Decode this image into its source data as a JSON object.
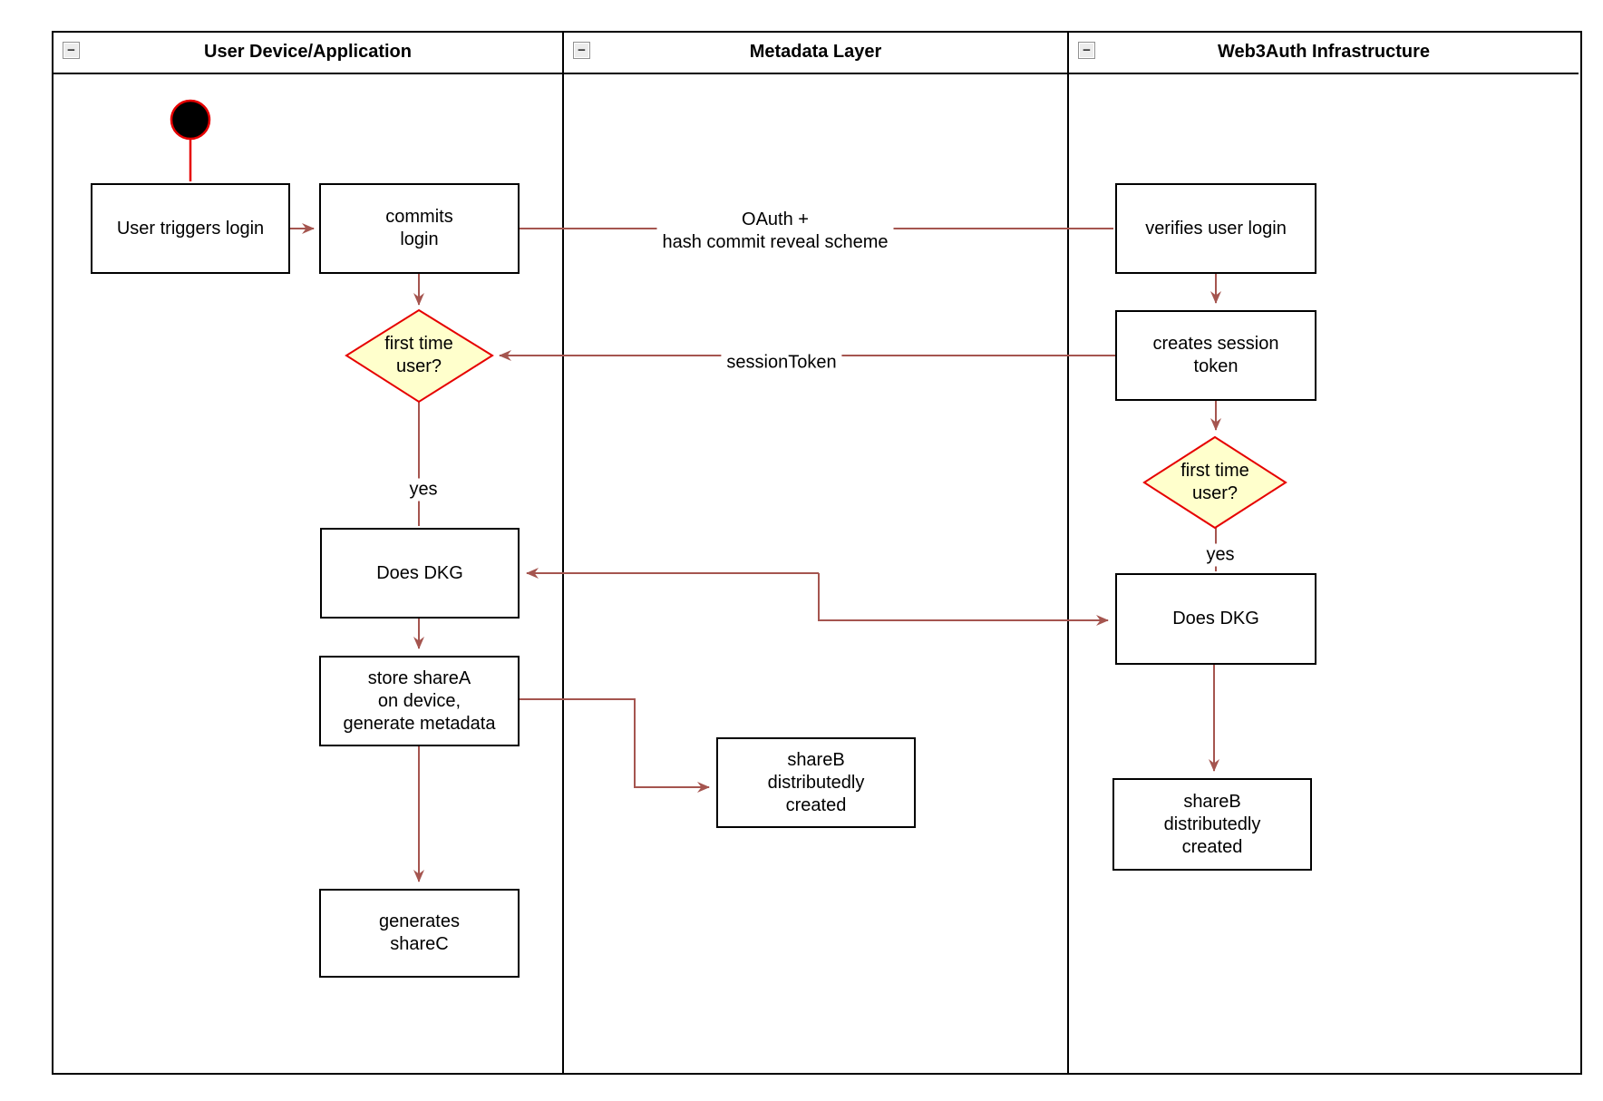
{
  "diagram": {
    "lanes": [
      {
        "title": "User Device/Application"
      },
      {
        "title": "Metadata Layer"
      },
      {
        "title": "Web3Auth Infrastructure"
      }
    ],
    "collapse_glyph": "−",
    "nodes": {
      "user_triggers_login": "User triggers login",
      "commits_login": "commits\nlogin",
      "first_time_user_device": "first time\nuser?",
      "does_dkg_device": "Does DKG",
      "store_sharea": "store shareA\non device,\ngenerate metadata",
      "generates_sharec": "generates\nshareC",
      "shareb_metadata": "shareB\ndistributedly\ncreated",
      "verifies_user_login": "verifies user login",
      "creates_session_token": "creates session\ntoken",
      "first_time_user_infra": "first time\nuser?",
      "does_dkg_infra": "Does DKG",
      "shareb_infra": "shareB\ndistributedly\ncreated"
    },
    "edge_labels": {
      "oauth": "OAuth +\nhash commit reveal scheme",
      "session_token": "sessionToken",
      "yes_device": "yes",
      "yes_infra": "yes"
    },
    "colors": {
      "connector": "#a5554f",
      "accent_red": "#e60000",
      "decision_fill": "#ffffcc",
      "shape_border": "#000000"
    }
  }
}
